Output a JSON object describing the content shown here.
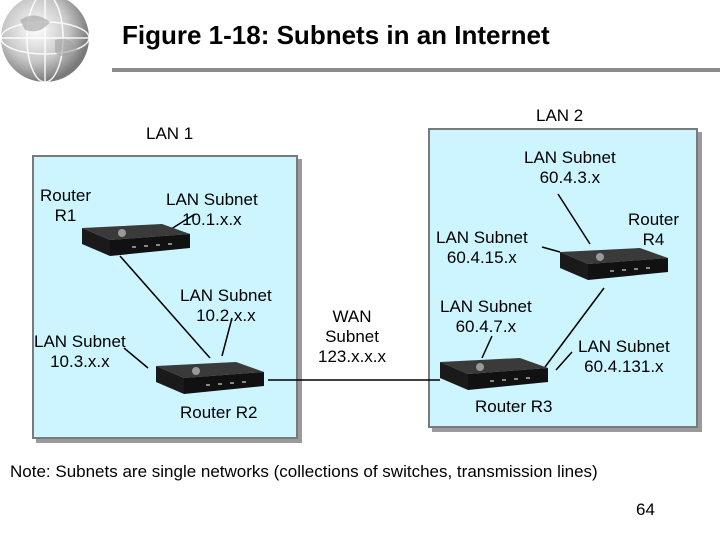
{
  "title": "Figure 1-18: Subnets in an Internet",
  "lan1": {
    "label": "LAN 1"
  },
  "lan2": {
    "label": "LAN 2"
  },
  "routers": {
    "r1": "Router\nR1",
    "r2": "Router R2",
    "r3": "Router R3",
    "r4": "Router\nR4"
  },
  "subnets": {
    "s10_1": "LAN Subnet\n10.1.x.x",
    "s10_2": "LAN Subnet\n10.2.x.x",
    "s10_3": "LAN Subnet\n10.3.x.x",
    "wan": "WAN\nSubnet\n123.x.x.x",
    "s60_3": "LAN Subnet\n60.4.3.x",
    "s60_15": "LAN Subnet\n60.4.15.x",
    "s60_7": "LAN Subnet\n60.4.7.x",
    "s60_131": "LAN Subnet\n60.4.131.x"
  },
  "note": "Note: Subnets are single networks (collections of switches, transmission lines)",
  "page_number": "64",
  "colors": {
    "lan_fill": "#ccf5ff",
    "router_body": "#1a1a1a",
    "rule": "#8a8a8a"
  },
  "icons": {
    "globe": "globe-icon",
    "router": "router-icon"
  }
}
